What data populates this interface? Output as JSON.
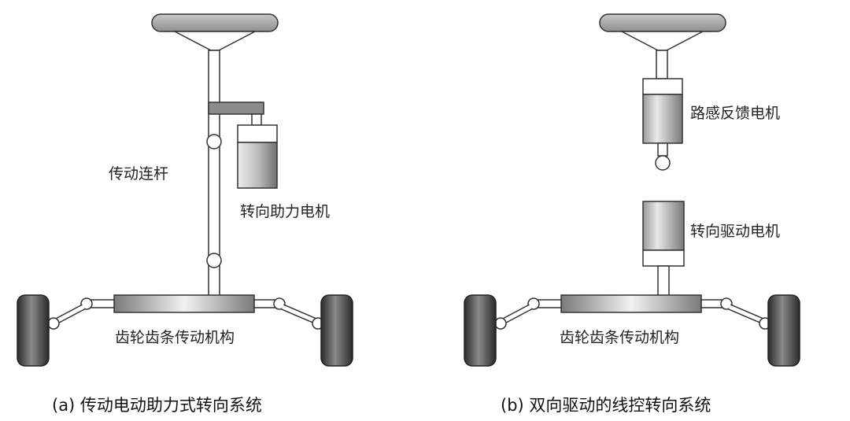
{
  "left": {
    "caption": "(a) 传动电动助力式转向系统",
    "labels": {
      "linkage": "传动连杆",
      "assist_motor": "转向助力电机",
      "rack": "齿轮齿条传动机构"
    }
  },
  "right": {
    "caption": "(b) 双向驱动的线控转向系统",
    "labels": {
      "feedback_motor": "路感反馈电机",
      "drive_motor": "转向驱动电机",
      "rack": "齿轮齿条传动机构"
    }
  }
}
